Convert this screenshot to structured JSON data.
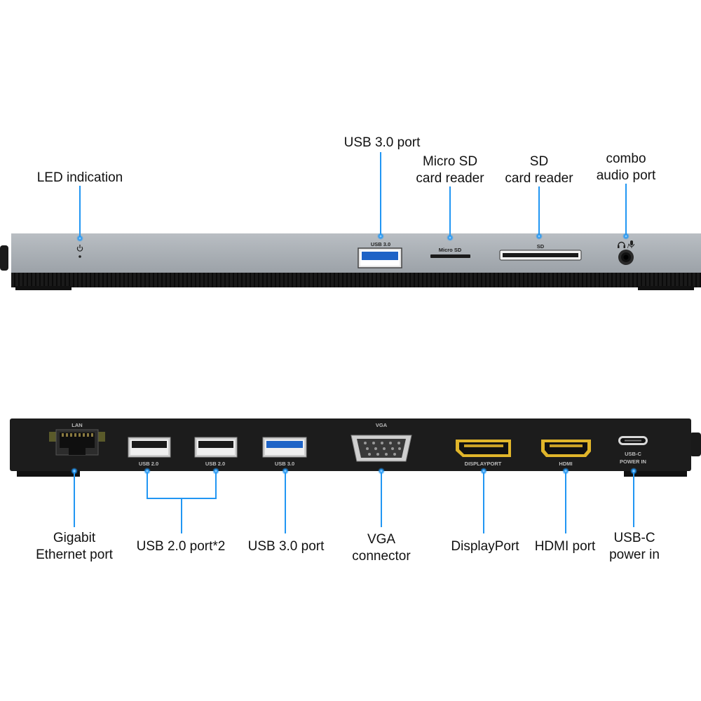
{
  "colors": {
    "accent": "#2196f3",
    "top_panel": "#a7adb3",
    "dark_body": "#1c1c1c"
  },
  "front_view": {
    "callouts": {
      "led": "LED indication",
      "usb3": "USB 3.0 port",
      "microsd_line1": "Micro SD",
      "microsd_line2": "card reader",
      "sd_line1": "SD",
      "sd_line2": "card reader",
      "audio_line1": "combo",
      "audio_line2": "audio port"
    },
    "port_labels": {
      "usb3": "USB 3.0",
      "microsd": "Micro SD",
      "sd": "SD"
    },
    "icons": [
      "power-icon",
      "headphone-icon",
      "microphone-icon"
    ]
  },
  "back_view": {
    "callouts": {
      "lan_line1": "Gigabit",
      "lan_line2": "Ethernet port",
      "usb2": "USB 2.0 port*2",
      "usb3": "USB 3.0 port",
      "vga_line1": "VGA",
      "vga_line2": "connector",
      "displayport": "DisplayPort",
      "hdmi": "HDMI port",
      "usbc_line1": "USB-C",
      "usbc_line2": "power in"
    },
    "port_labels": {
      "lan": "LAN",
      "usb2_a": "USB 2.0",
      "usb2_b": "USB 2.0",
      "usb3": "USB 3.0",
      "vga": "VGA",
      "displayport": "DISPLAYPORT",
      "hdmi": "HDMI",
      "usbc_line1": "USB-C",
      "usbc_line2": "POWER IN"
    }
  }
}
